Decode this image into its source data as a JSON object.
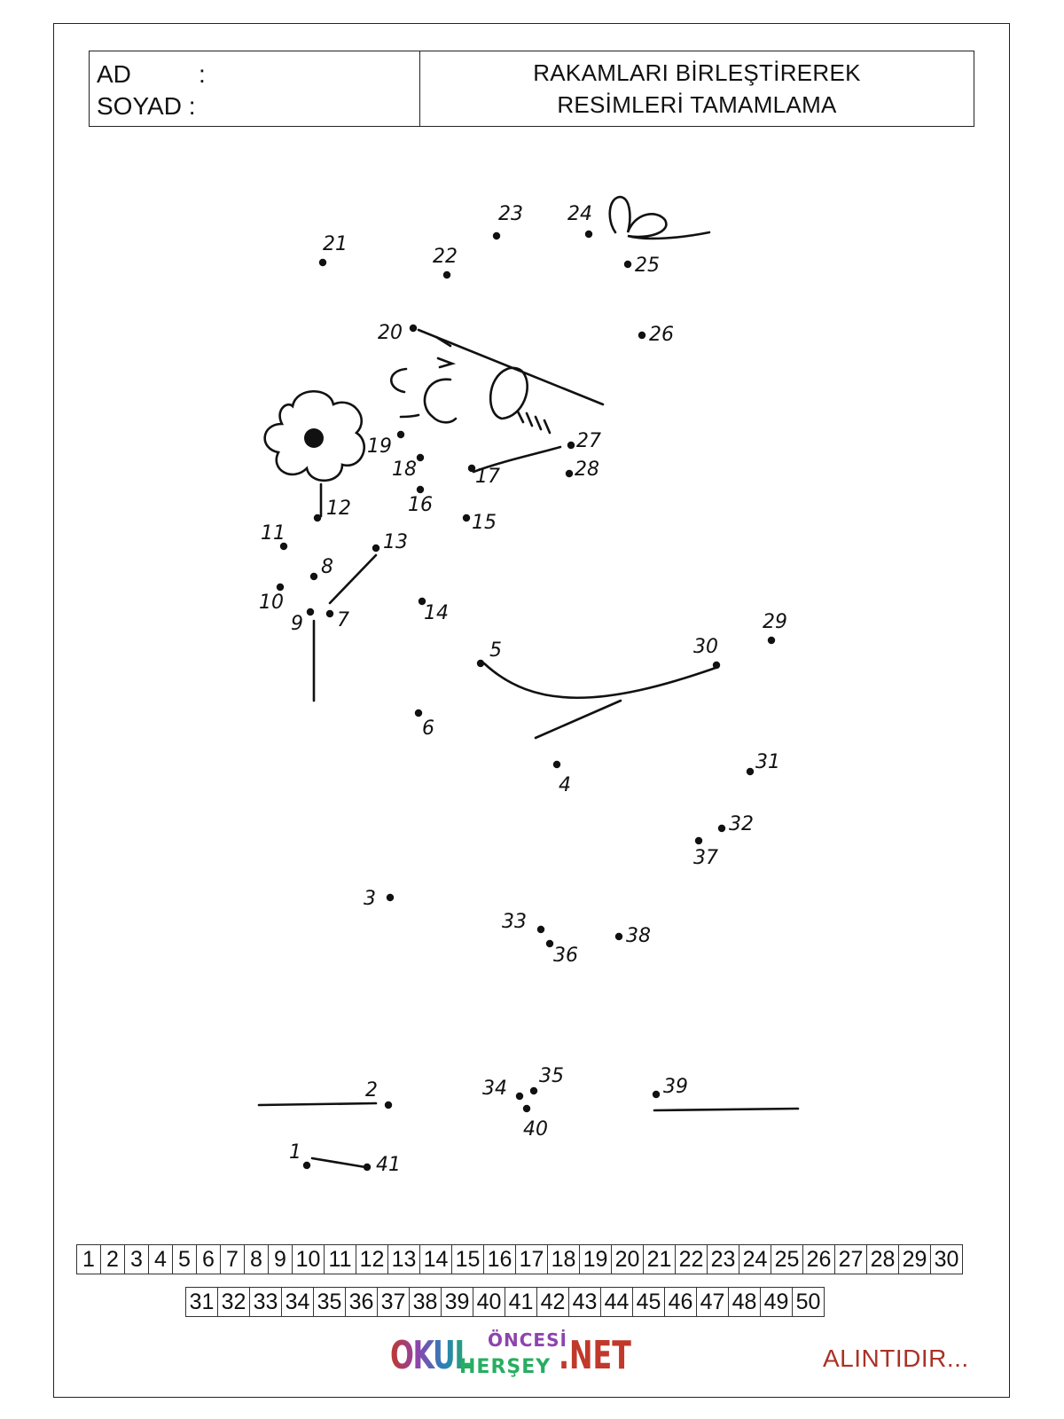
{
  "header": {
    "name_label": "AD",
    "surname_label": "SOYAD :",
    "colon": ":",
    "title_line1": "RAKAMLARI BİRLEŞTİREREK",
    "title_line2": "RESİMLERİ TAMAMLAMA"
  },
  "dots": [
    {
      "n": "1"
    },
    {
      "n": "2"
    },
    {
      "n": "3"
    },
    {
      "n": "4"
    },
    {
      "n": "5"
    },
    {
      "n": "6"
    },
    {
      "n": "7"
    },
    {
      "n": "8"
    },
    {
      "n": "9"
    },
    {
      "n": "10"
    },
    {
      "n": "11"
    },
    {
      "n": "12"
    },
    {
      "n": "13"
    },
    {
      "n": "14"
    },
    {
      "n": "15"
    },
    {
      "n": "16"
    },
    {
      "n": "17"
    },
    {
      "n": "18"
    },
    {
      "n": "19"
    },
    {
      "n": "20"
    },
    {
      "n": "21"
    },
    {
      "n": "22"
    },
    {
      "n": "23"
    },
    {
      "n": "24"
    },
    {
      "n": "25"
    },
    {
      "n": "26"
    },
    {
      "n": "27"
    },
    {
      "n": "28"
    },
    {
      "n": "29"
    },
    {
      "n": "30"
    },
    {
      "n": "31"
    },
    {
      "n": "32"
    },
    {
      "n": "33"
    },
    {
      "n": "34"
    },
    {
      "n": "35"
    },
    {
      "n": "36"
    },
    {
      "n": "37"
    },
    {
      "n": "38"
    },
    {
      "n": "39"
    },
    {
      "n": "40"
    },
    {
      "n": "41"
    }
  ],
  "number_strip": {
    "row1": [
      "1",
      "2",
      "3",
      "4",
      "5",
      "6",
      "7",
      "8",
      "9",
      "10",
      "11",
      "12",
      "13",
      "14",
      "15",
      "16",
      "17",
      "18",
      "19",
      "20",
      "21",
      "22",
      "23",
      "24",
      "25",
      "26",
      "27",
      "28",
      "29",
      "30"
    ],
    "row2": [
      "31",
      "32",
      "33",
      "34",
      "35",
      "36",
      "37",
      "38",
      "39",
      "40",
      "41",
      "42",
      "43",
      "44",
      "45",
      "46",
      "47",
      "48",
      "49",
      "50"
    ]
  },
  "logo": {
    "part1": "OKUL",
    "part2": "ÖNCESİ",
    "part3": "HERŞEY",
    "part4": ".NET"
  },
  "credit": "ALINTIDIR..."
}
